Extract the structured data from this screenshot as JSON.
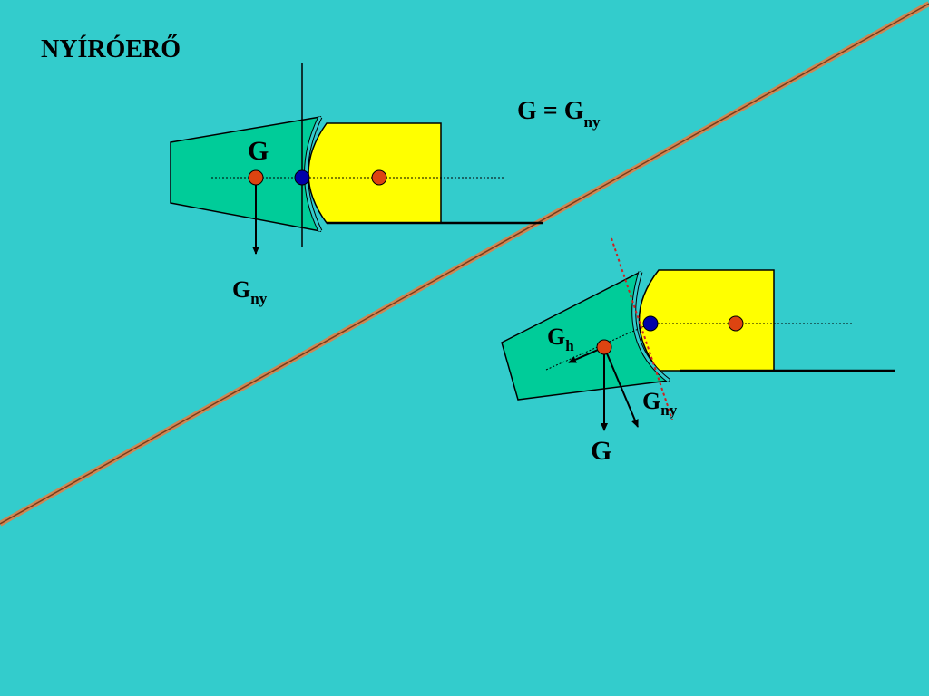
{
  "slide": {
    "title": "NYÍRÓERŐ",
    "equation": {
      "main": "G = G",
      "sub": "ny"
    }
  },
  "figure_top": {
    "force_G": "G",
    "force_Gny": {
      "main": "G",
      "sub": "ny"
    }
  },
  "figure_bottom": {
    "force_G": "G",
    "force_Gh": {
      "main": "G",
      "sub": "h"
    },
    "force_Gny": {
      "main": "G",
      "sub": "ny"
    }
  },
  "colors": {
    "background": "#33cccc",
    "green_block": "#00cc99",
    "yellow_block": "#ffff00",
    "point_red": "#dd4411",
    "point_blue": "#0000aa",
    "diagonal": "#aa6633"
  }
}
